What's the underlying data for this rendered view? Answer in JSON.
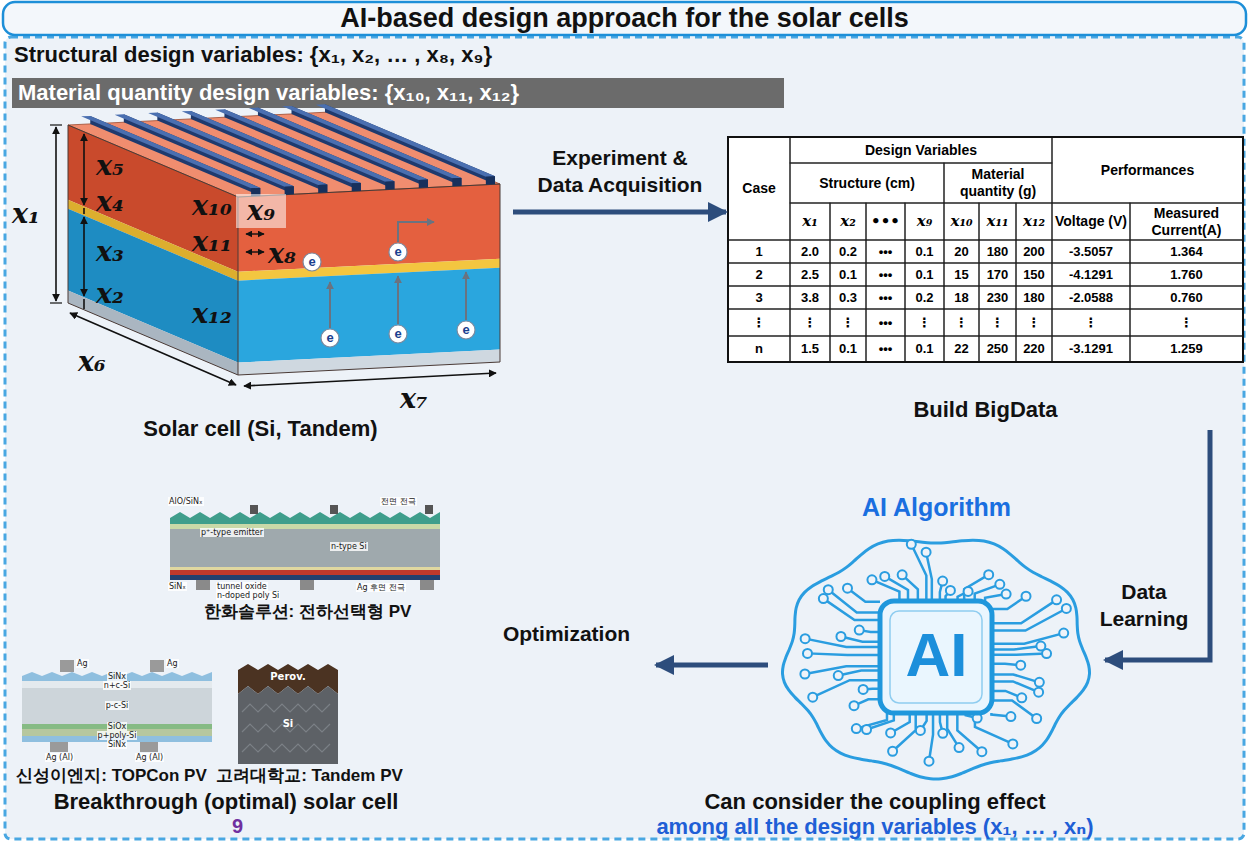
{
  "diagram": {
    "title": "AI-based design approach for the solar cells",
    "nodes": [
      {
        "text": [
          "Solar cell (Si, Tandem)"
        ]
      },
      {
        "text": [
          "Build BigData"
        ]
      },
      {
        "text": [
          "AI Algorithm",
          "AI"
        ]
      },
      {
        "text": [
          "Breakthrough (optimal) solar cell"
        ]
      },
      {
        "text": [
          "한화솔루션: 전하선택형 PV"
        ],
        "in": 3
      },
      {
        "text": [
          "신성이엔지: TOPCon PV"
        ],
        "in": 3
      },
      {
        "text": [
          "고려대학교: Tandem PV"
        ],
        "in": 3
      }
    ],
    "edges": [
      {
        "from": 0,
        "to": 1,
        "arrow": "to",
        "label": "Experiment & Data Acquisition"
      },
      {
        "from": 1,
        "to": 2,
        "arrow": "to",
        "label": "Data Learning"
      },
      {
        "from": 2,
        "to": 3,
        "arrow": "to",
        "label": "Optimization"
      }
    ],
    "labels": [
      "Structural design variables: {x₁, x₂, … , x₈, x₉}",
      "Material quantity design variables: {x₁₀, x₁₁, x₁₂}",
      "x₁",
      "x₅",
      "x₄",
      "x₃",
      "x₂",
      "x₁₀",
      "x₉",
      "x₁₁",
      "x₈",
      "x₁₂",
      "x₆",
      "x₇",
      "e",
      "e",
      "e",
      "e",
      "e",
      "Case",
      "Design Variables",
      "Performances",
      "Structure (cm)",
      "Material quantity (g)",
      "x₁",
      "x₂",
      "•••",
      "x₉",
      "x₁₀",
      "x₁₁",
      "x₁₂",
      "Voltage (V)",
      "Measured Current(A)",
      "1",
      "2.0",
      "0.2",
      "•••",
      "0.1",
      "20",
      "180",
      "200",
      "-3.5057",
      "1.364",
      "2",
      "2.5",
      "0.1",
      "•••",
      "0.1",
      "15",
      "170",
      "150",
      "-4.1291",
      "1.760",
      "3",
      "3.8",
      "0.3",
      "•••",
      "0.2",
      "18",
      "230",
      "180",
      "-2.0588",
      "0.760",
      "⋮",
      "⋮",
      "⋮",
      "•••",
      "⋮",
      "⋮",
      "⋮",
      "⋮",
      "⋮",
      "⋮",
      "n",
      "1.5",
      "0.1",
      "•••",
      "0.1",
      "22",
      "250",
      "220",
      "-3.1291",
      "1.259",
      "Can consider the coupling effect",
      "among all the design variables (x₁, … , xₙ)",
      "9",
      "AlO/SiNₓ",
      "전면 전극",
      "p⁺-type emitter",
      "n-type Si",
      "SiNₓ",
      "tunnel oxide",
      "n-doped poly Si",
      "Ag 후면 전극",
      "Ag",
      "Ag",
      "SiNx",
      "n+c-Si",
      "p-c-Si",
      "SiOx",
      "p+poly-Si",
      "SiNx",
      "Ag (Al)",
      "Ag (Al)",
      "Perov.",
      "Si"
    ]
  }
}
